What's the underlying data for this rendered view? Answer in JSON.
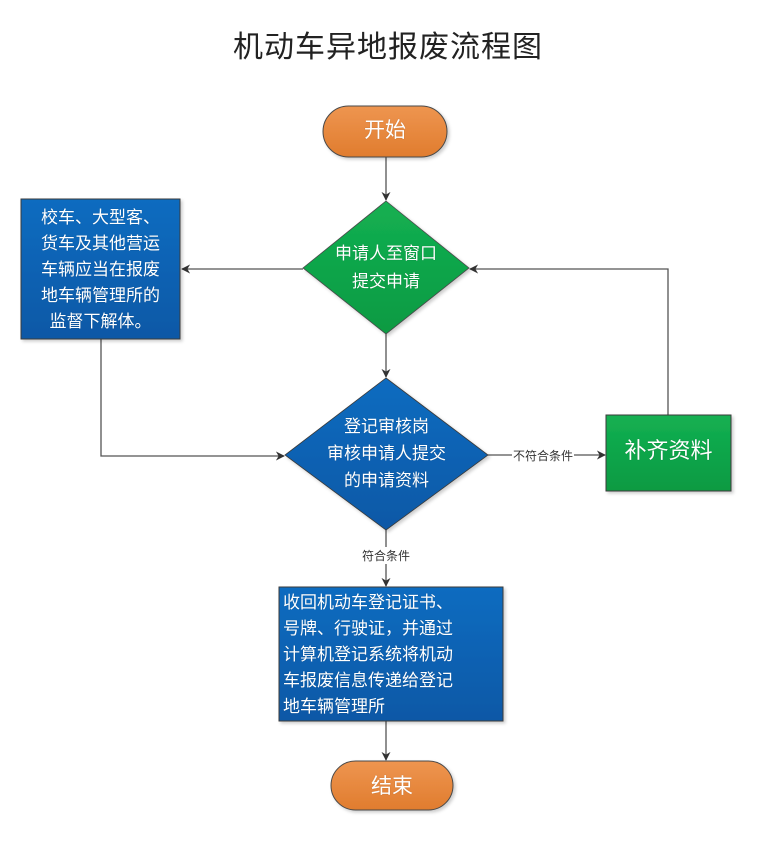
{
  "title": "机动车异地报废流程图",
  "colors": {
    "terminal": "#E8893D",
    "decision_green": "#0FA54A",
    "process_blue": "#0B63B4",
    "process_green": "#0CAB4B",
    "line": "#555555",
    "border": "#4a4a4a"
  },
  "nodes": {
    "start": {
      "type": "terminal",
      "text": "开始"
    },
    "submit": {
      "type": "decision",
      "text": "申请人至窗口\n提交申请"
    },
    "special_vehicles": {
      "type": "process",
      "text": "校车、大型客、\n货车及其他营运\n车辆应当在报废\n地车辆管理所的\n监督下解体。"
    },
    "review": {
      "type": "decision",
      "text": "登记审核岗\n审核申请人提交\n的申请资料"
    },
    "supplement": {
      "type": "process",
      "text": "补齐资料"
    },
    "collect": {
      "type": "process",
      "text": "收回机动车登记证书、\n号牌、行驶证，并通过\n计算机登记系统将机动\n车报废信息传递给登记\n地车辆管理所"
    },
    "end": {
      "type": "terminal",
      "text": "结束"
    }
  },
  "edges": [
    {
      "from": "start",
      "to": "submit",
      "label": ""
    },
    {
      "from": "submit",
      "to": "special_vehicles",
      "label": ""
    },
    {
      "from": "submit",
      "to": "review",
      "label": ""
    },
    {
      "from": "special_vehicles",
      "to": "review",
      "label": ""
    },
    {
      "from": "review",
      "to": "supplement",
      "label": "不符合条件"
    },
    {
      "from": "supplement",
      "to": "submit",
      "label": ""
    },
    {
      "from": "review",
      "to": "collect",
      "label": "符合条件"
    },
    {
      "from": "collect",
      "to": "end",
      "label": ""
    }
  ]
}
